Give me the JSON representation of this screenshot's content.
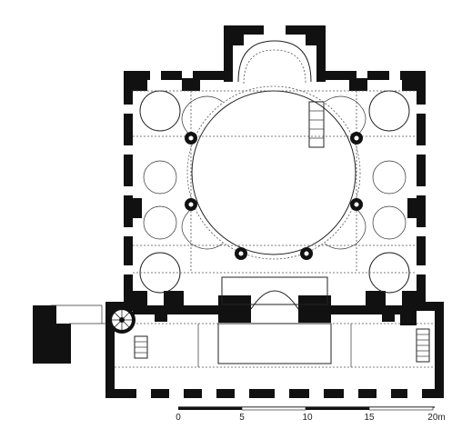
{
  "scale_bar": {
    "ticks": [
      "0",
      "5",
      "10",
      "15",
      "20m"
    ]
  }
}
